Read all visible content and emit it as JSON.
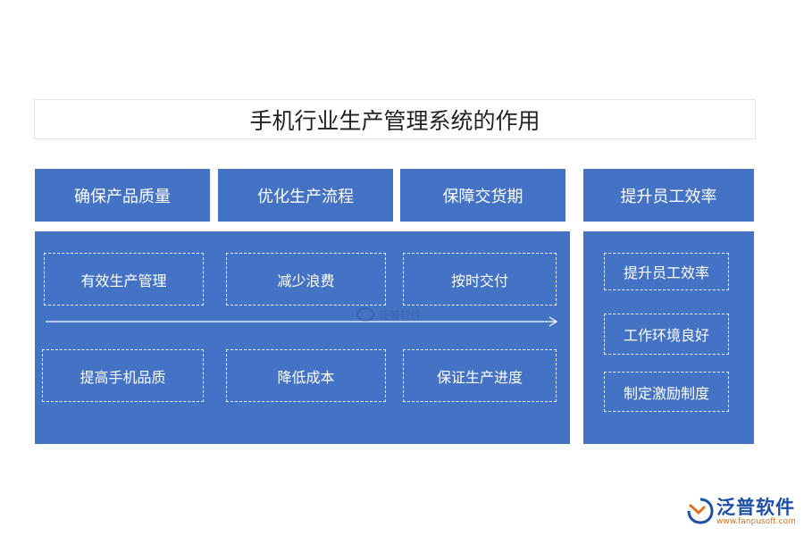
{
  "title": "手机行业生产管理系统的作用",
  "headers": [
    "确保产品质量",
    "优化生产流程",
    "保障交货期",
    "提升员工效率"
  ],
  "left_cells_row1": [
    "有效生产管理",
    "减少浪费",
    "按时交付"
  ],
  "left_cells_row2": [
    "提高手机品质",
    "降低成本",
    "保证生产进度"
  ],
  "right_cells": [
    "提升员工效率",
    "工作环境良好",
    "制定激励制度"
  ],
  "watermark": "泛普软件",
  "logo": {
    "name": "泛普软件",
    "url": "www.fanpusoft.com"
  },
  "colors": {
    "block": "#4472c4",
    "title_text": "#222222",
    "logo_blue": "#1c4fa8",
    "logo_orange": "#e0701b"
  }
}
